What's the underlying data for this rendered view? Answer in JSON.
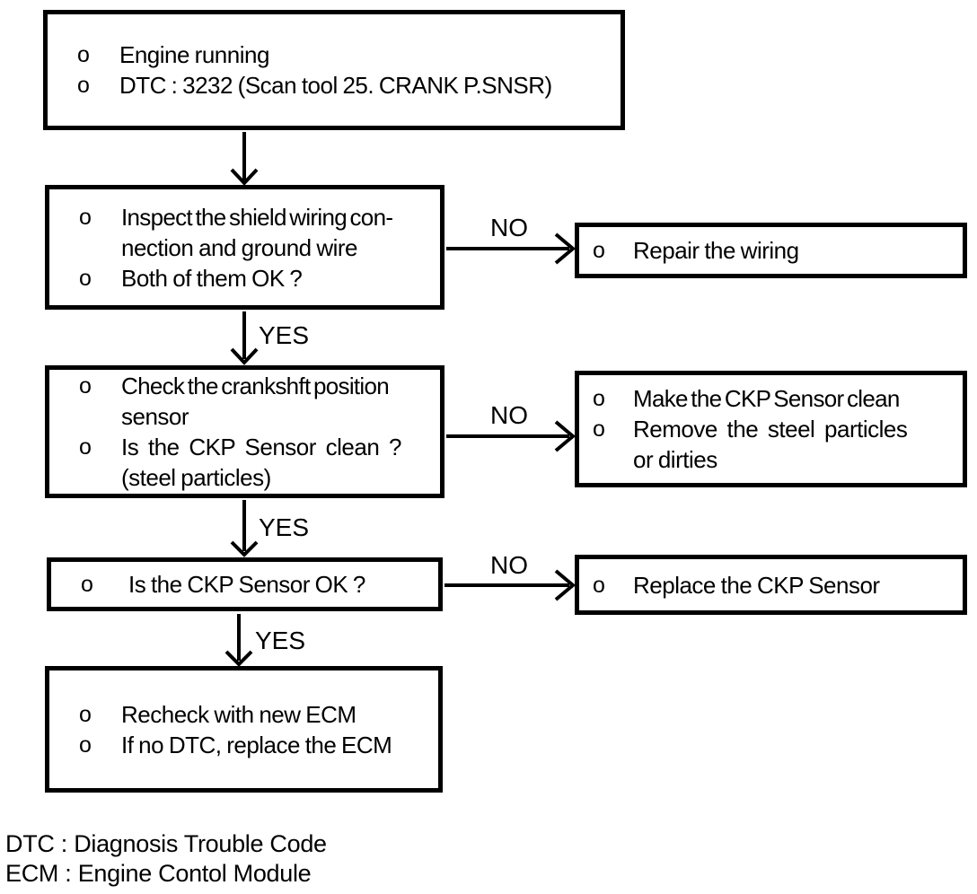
{
  "flowchart": {
    "bullet_char": "o",
    "boxes": {
      "start": {
        "items": [
          "Engine running",
          "DTC : 3232 (Scan tool 25. CRANK P.SNSR)"
        ]
      },
      "inspect_wiring": {
        "items": [
          "Inspect the shield wiring con-\nnection and ground wire",
          "Both of them OK ?"
        ]
      },
      "repair_wiring": {
        "items": [
          "Repair the wiring"
        ]
      },
      "check_ckp": {
        "items": [
          "Check the crankshft position\nsensor",
          "Is the CKP Sensor clean ?\n(steel particles)"
        ]
      },
      "clean_ckp": {
        "items": [
          "Make the CKP Sensor clean",
          "Remove the steel particles\nor dirties"
        ]
      },
      "ckp_ok": {
        "items": [
          "Is the CKP Sensor OK ?"
        ]
      },
      "replace_ckp": {
        "items": [
          "Replace the CKP Sensor"
        ]
      },
      "recheck_ecm": {
        "items": [
          "Recheck with new ECM",
          "If no DTC, replace the ECM"
        ]
      }
    },
    "labels": {
      "yes": "YES",
      "no": "NO"
    },
    "legend": {
      "line1": "DTC : Diagnosis Trouble Code",
      "line2": "ECM : Engine Contol Module"
    }
  }
}
